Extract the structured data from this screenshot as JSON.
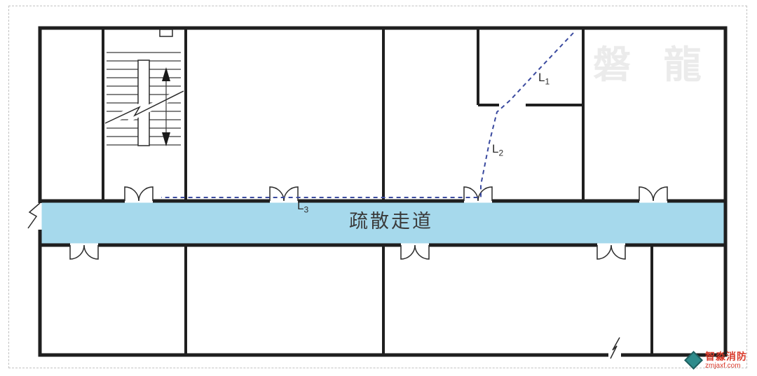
{
  "diagram": {
    "corridor_label": "疏散走道",
    "path_labels": [
      {
        "base": "L",
        "sub": "1"
      },
      {
        "base": "L",
        "sub": "2"
      },
      {
        "base": "L",
        "sub": "3"
      }
    ],
    "watermark": "磐 龍",
    "logo": {
      "name": "智淼消防",
      "url": "zmjaxf.com"
    }
  },
  "icons": {
    "logo": "diamond-shield"
  },
  "colors": {
    "wall": "#1f1f1f",
    "corridor_fill": "#a6d9ec",
    "path": "#3a4a9f",
    "logo_red": "#d93a2b",
    "logo_icon": "#2e8b8b"
  }
}
